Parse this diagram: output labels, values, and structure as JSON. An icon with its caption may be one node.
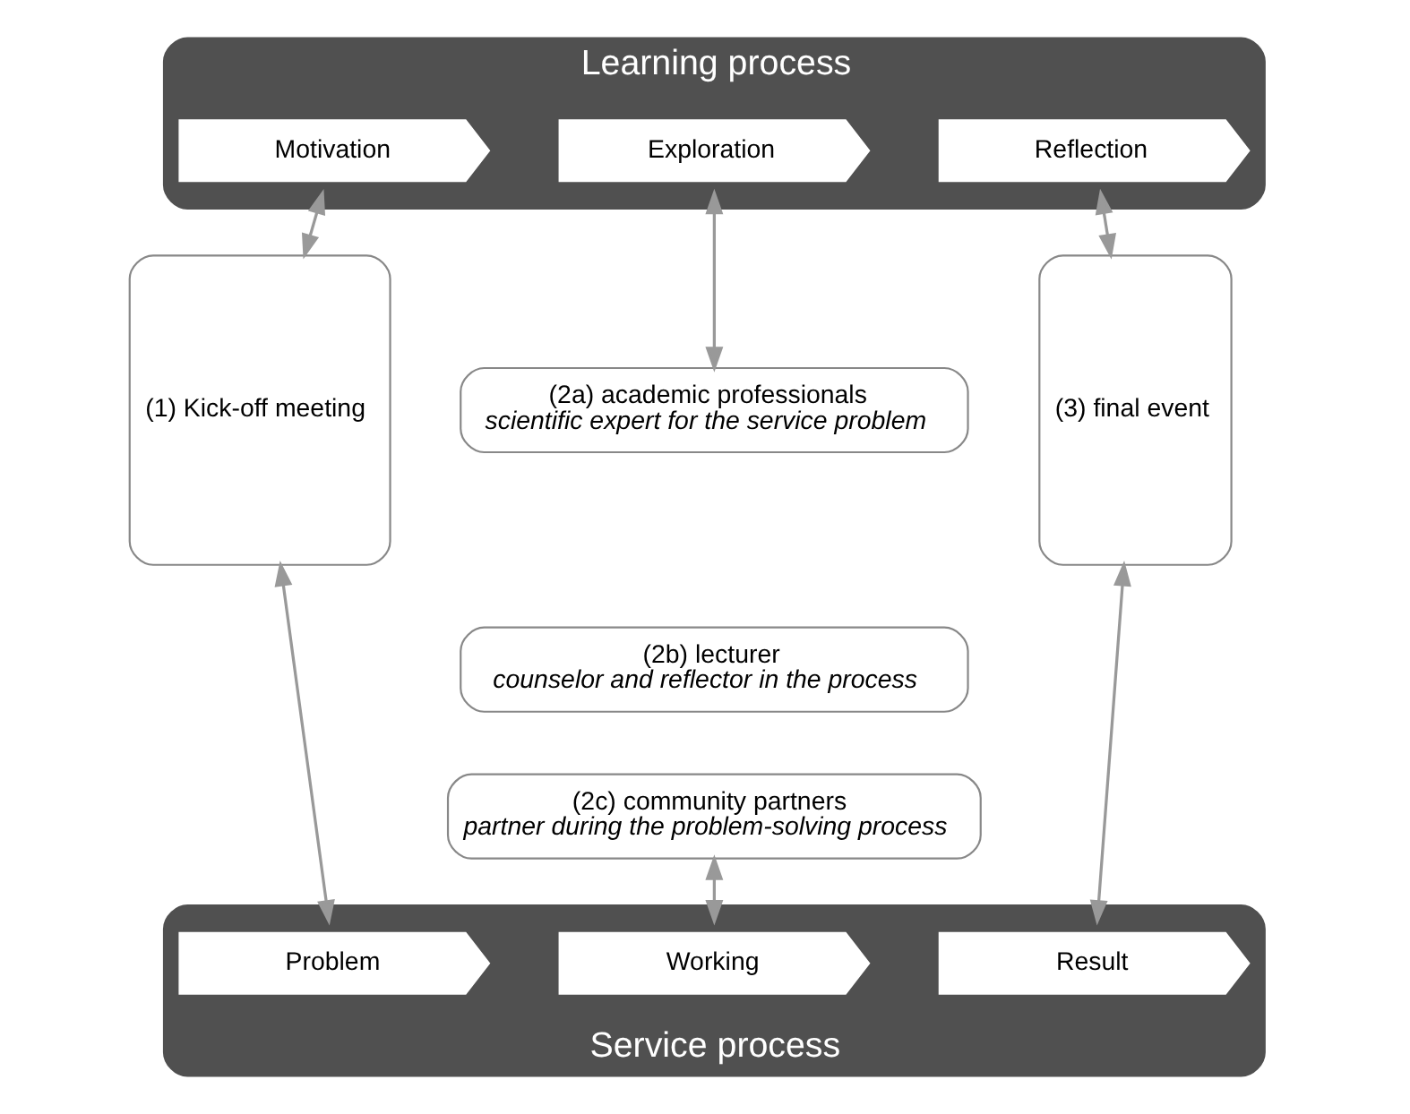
{
  "diagram": {
    "nodes": [
      {
        "text": [
          "Learning process"
        ]
      },
      {
        "text": [
          "Motivation"
        ],
        "in": 0
      },
      {
        "text": [
          "Exploration"
        ],
        "in": 0
      },
      {
        "text": [
          "Reflection"
        ],
        "in": 0
      },
      {
        "text": [
          "(1) Kick-off meeting"
        ]
      },
      {
        "text": [
          "(2a) academic professionals",
          "scientific expert for the service problem"
        ]
      },
      {
        "text": [
          "(2b) lecturer",
          "counselor and reflector in the process"
        ]
      },
      {
        "text": [
          "(2c) community partners",
          "partner during the problem-solving process"
        ]
      },
      {
        "text": [
          "(3) final event"
        ]
      },
      {
        "text": [
          "Service process"
        ]
      },
      {
        "text": [
          "Problem"
        ],
        "in": 9
      },
      {
        "text": [
          "Working"
        ],
        "in": 9
      },
      {
        "text": [
          "Result"
        ],
        "in": 9
      }
    ],
    "edges": [
      {
        "from": 1,
        "to": 4,
        "arrow": "both"
      },
      {
        "from": 2,
        "to": 5,
        "arrow": "both"
      },
      {
        "from": 3,
        "to": 8,
        "arrow": "both"
      },
      {
        "from": 4,
        "to": 10,
        "arrow": "both"
      },
      {
        "from": 7,
        "to": 11,
        "arrow": "both"
      },
      {
        "from": 8,
        "to": 12,
        "arrow": "both"
      }
    ]
  }
}
